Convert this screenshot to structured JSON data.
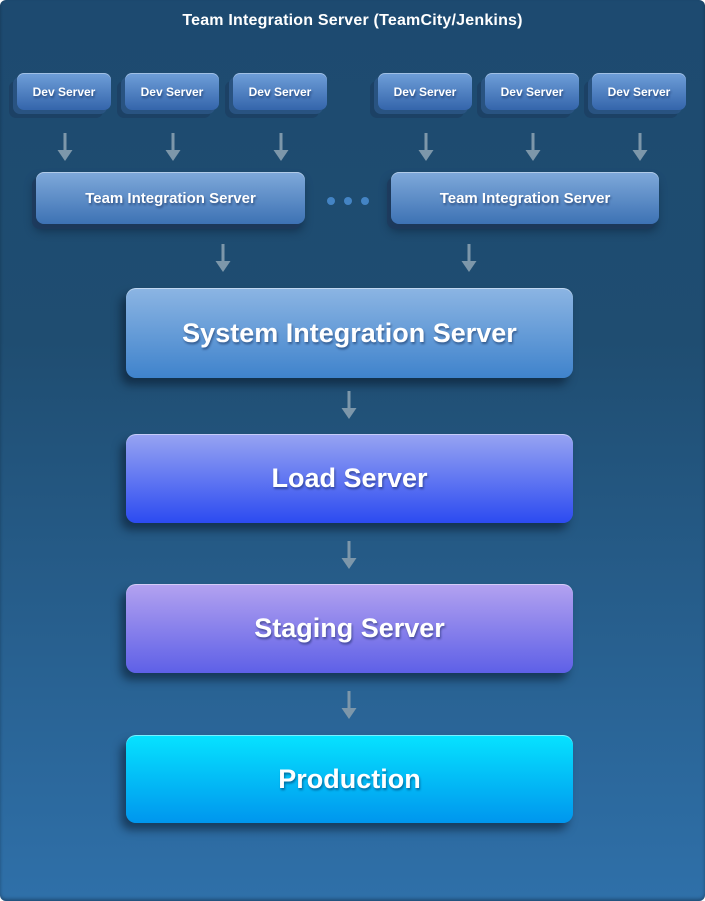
{
  "header": {
    "title": "Team Integration Server (TeamCity/Jenkins)"
  },
  "dev_row": {
    "groups": [
      {
        "servers": [
          {
            "label": "Dev Server"
          },
          {
            "label": "Dev Server"
          },
          {
            "label": "Dev Server"
          }
        ]
      },
      {
        "servers": [
          {
            "label": "Dev Server"
          },
          {
            "label": "Dev Server"
          },
          {
            "label": "Dev Server"
          }
        ]
      }
    ]
  },
  "tier1": {
    "left": {
      "label": "Team Integration Server"
    },
    "right": {
      "label": "Team Integration Server"
    },
    "separator_icon": "ellipsis-dots"
  },
  "stages": [
    {
      "label": "System Integration Server"
    },
    {
      "label": "Load Server"
    },
    {
      "label": "Staging Server"
    },
    {
      "label": "Production"
    }
  ],
  "icons": {
    "flow": "arrow-down"
  },
  "colors": {
    "bg_top": "#1d4a70",
    "bg_bottom": "#2f70a9",
    "dev_box_top": "#6f9fd9",
    "dev_box_bottom": "#3465ab",
    "team_box_top": "#7fa9da",
    "team_box_bottom": "#3d72b4",
    "system_box_top": "#8cb5e3",
    "system_box_bottom": "#3f83cc",
    "load_box_top": "#97a4f2",
    "load_box_bottom": "#2c4bf1",
    "staging_box_top": "#b3a2f0",
    "staging_box_bottom": "#5e60e7",
    "production_box_top": "#06e3ff",
    "production_box_bottom": "#0096ee",
    "arrow": "#7d97aa",
    "dots": "#4484c4",
    "text": "#ffffff"
  }
}
